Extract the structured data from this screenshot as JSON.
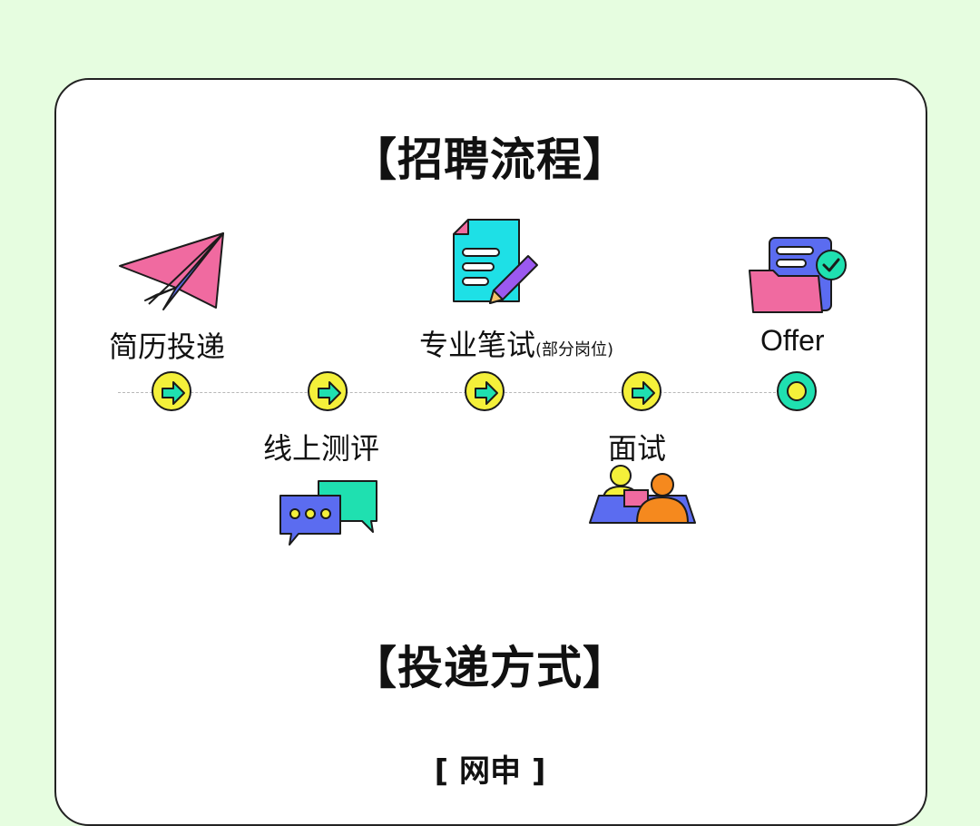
{
  "title_process": "【招聘流程】",
  "title_delivery": "【投递方式】",
  "delivery_sub": "[ 网申 ]",
  "steps": [
    {
      "label": "简历投递",
      "icon": "paper-plane-icon"
    },
    {
      "label": "线上测评",
      "icon": "chat-bubbles-icon"
    },
    {
      "label": "专业笔试",
      "note": "(部分岗位)",
      "icon": "document-pencil-icon"
    },
    {
      "label": "面试",
      "icon": "interview-people-icon"
    },
    {
      "label": "Offer",
      "icon": "folder-check-icon"
    }
  ],
  "colors": {
    "background": "#e6fde0",
    "card": "#ffffff",
    "node_yellow": "#f4f03a",
    "node_green": "#1fe0b0",
    "pink": "#f06aa0",
    "blue": "#5b6cf0",
    "cyan": "#1ee0e6",
    "purple": "#9b59f0",
    "orange": "#f5891e"
  }
}
